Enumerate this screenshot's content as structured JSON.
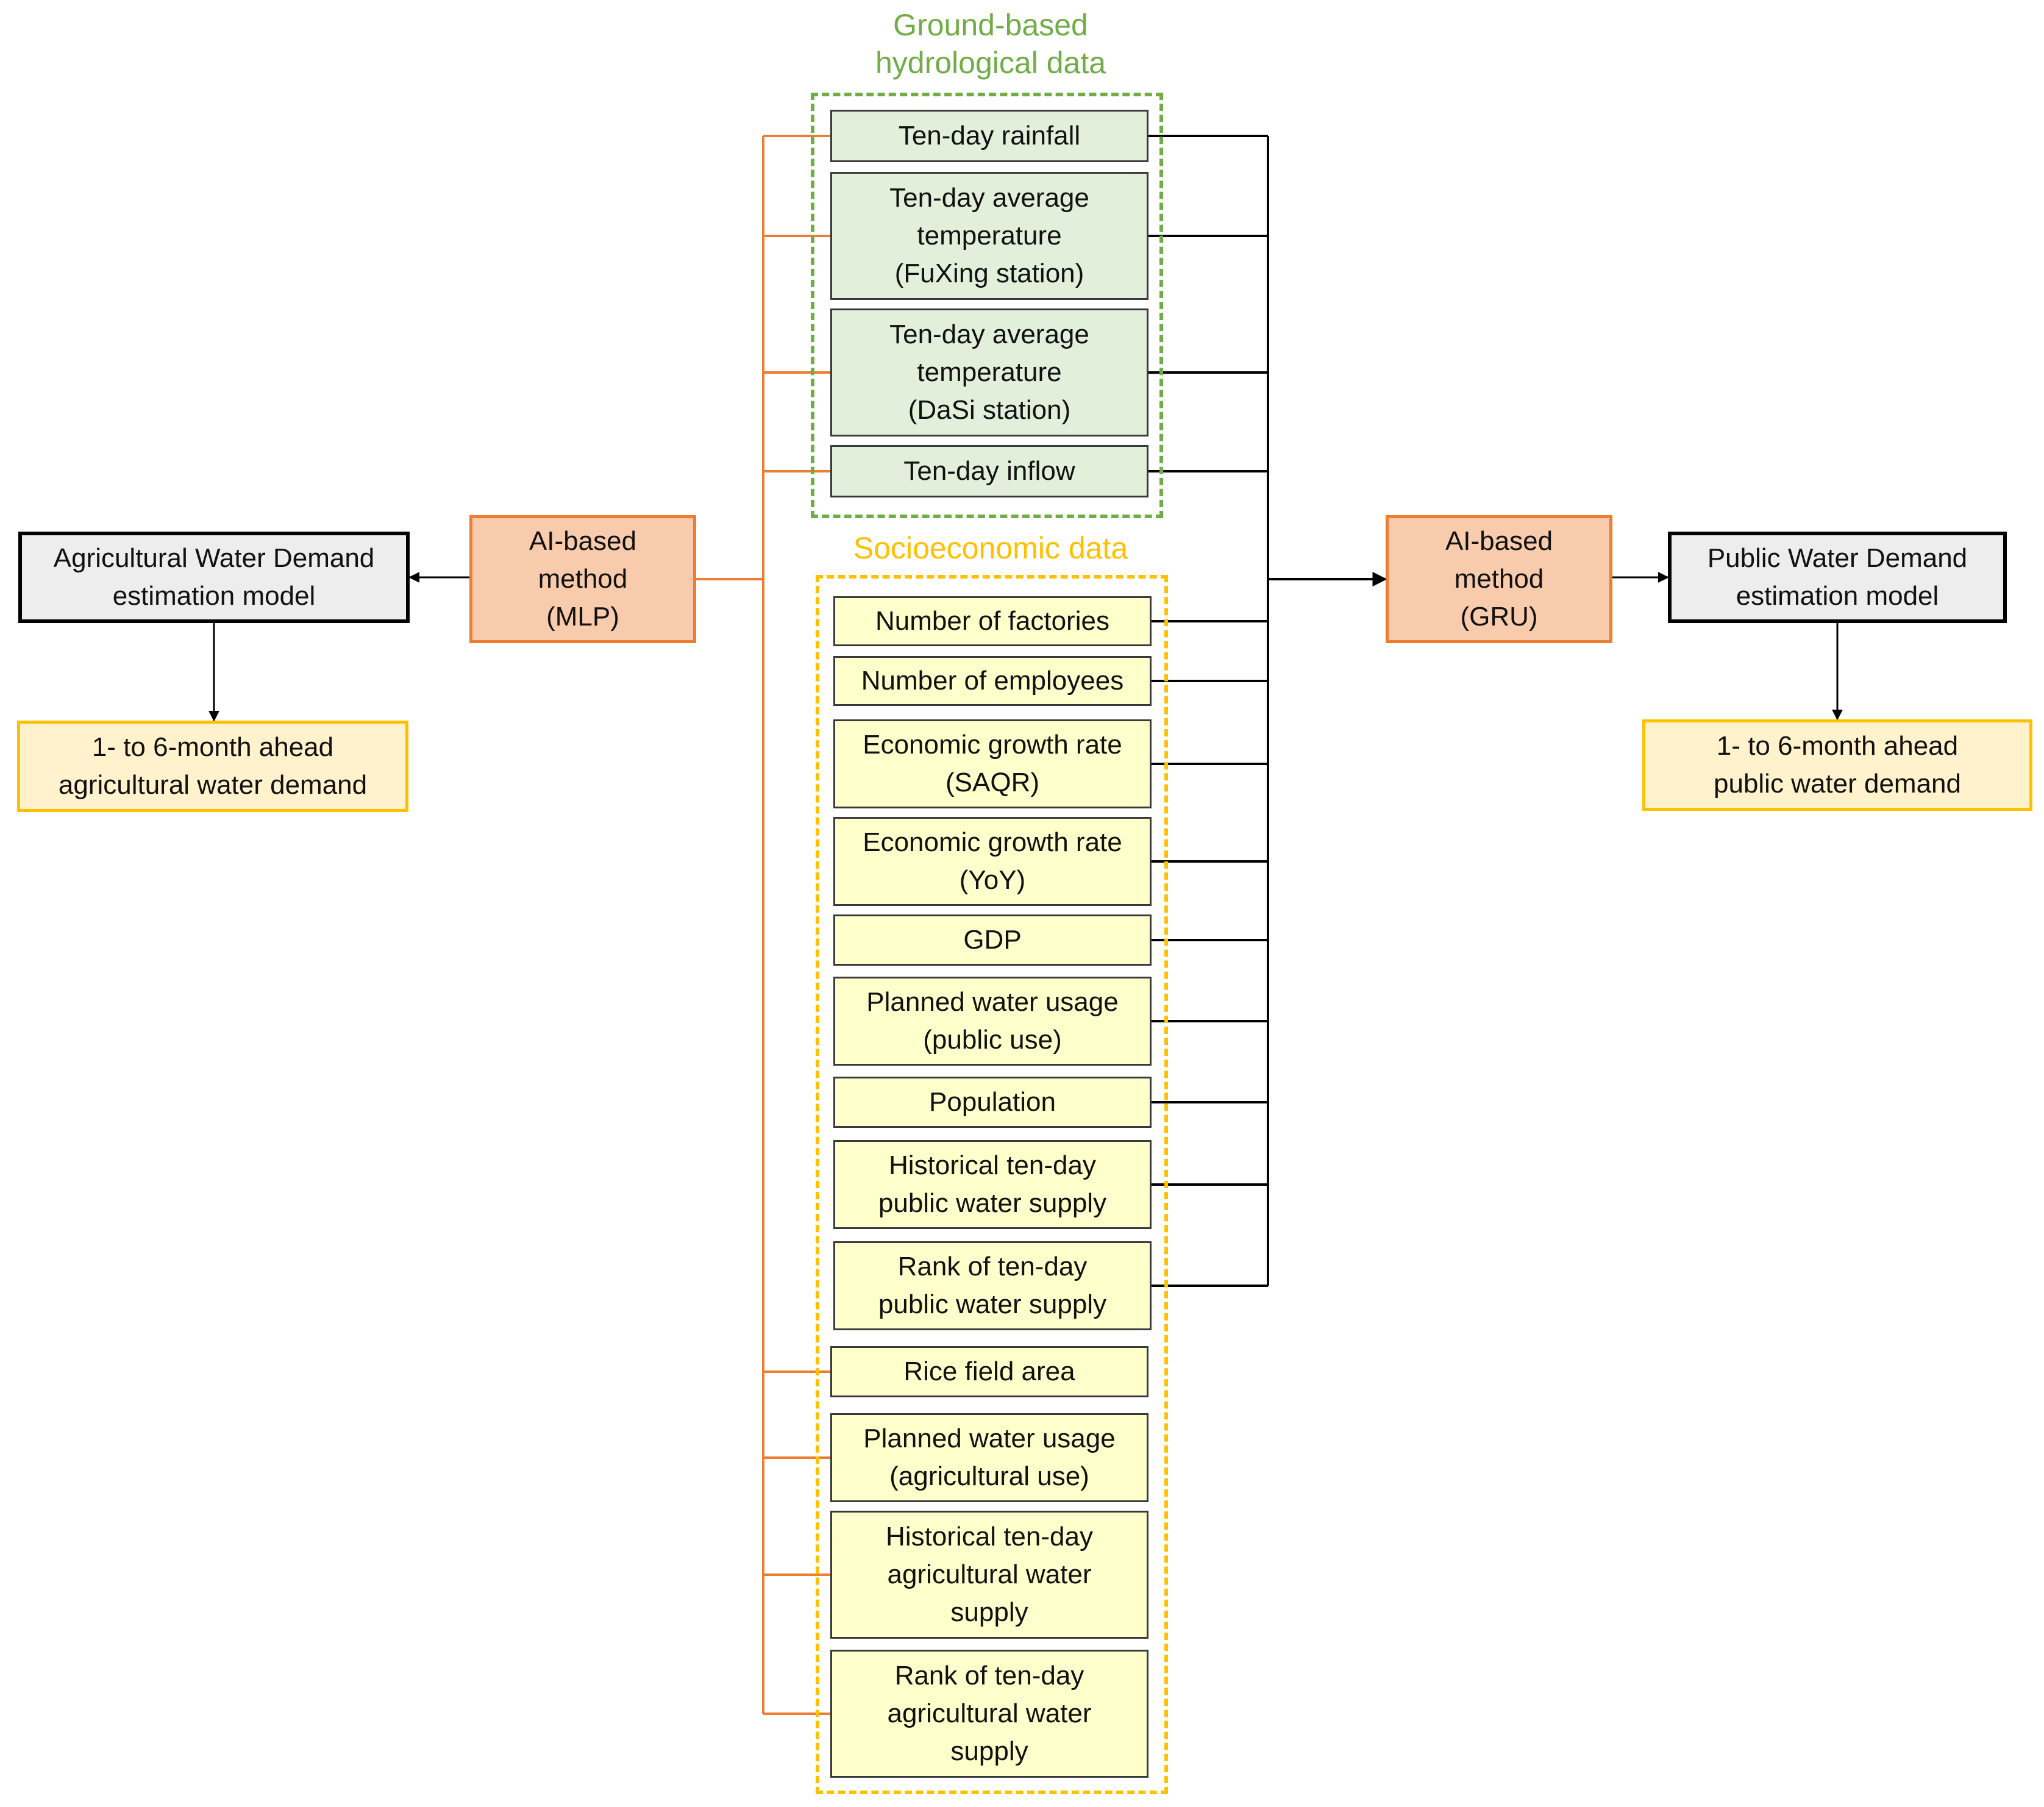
{
  "colors": {
    "hydro_accent": "#70ad47",
    "socio_accent": "#ffc000",
    "ai_accent": "#ed7d31",
    "black_links": "#000000"
  },
  "groups": {
    "hydro_title": "Ground-based\nhydrological data",
    "socio_title": "Socioeconomic data"
  },
  "hydro_inputs": [
    "Ten-day rainfall",
    "Ten-day average\ntemperature\n(FuXing station)",
    "Ten-day average\ntemperature\n(DaSi station)",
    "Ten-day inflow"
  ],
  "socio_inputs": [
    "Number of factories",
    "Number of employees",
    "Economic growth rate\n(SAQR)",
    "Economic growth rate\n(YoY)",
    "GDP",
    "Planned water usage\n(public use)",
    "Population",
    "Historical ten-day\npublic water supply",
    "Rank of ten-day\npublic water supply"
  ],
  "agri_inputs": [
    "Rice field area",
    "Planned water usage\n(agricultural use)",
    "Historical ten-day\nagricultural water\nsupply",
    "Rank of ten-day\nagricultural water\nsupply"
  ],
  "left": {
    "method": "AI-based\nmethod\n(MLP)",
    "model": "Agricultural Water Demand\nestimation model",
    "output": "1- to 6-month ahead\nagricultural water demand"
  },
  "right": {
    "method": "AI-based\nmethod\n(GRU)",
    "model": "Public Water Demand\nestimation model",
    "output": "1- to 6-month ahead\npublic water demand"
  }
}
